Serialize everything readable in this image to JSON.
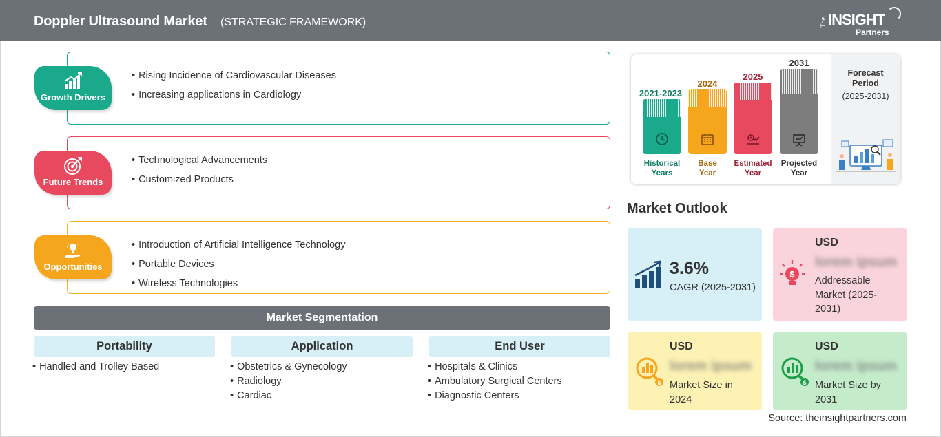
{
  "header": {
    "title": "Doppler Ultrasound Market",
    "subtitle": "(STRATEGIC FRAMEWORK)",
    "logo_the": "The",
    "logo_main": "INSIGHT",
    "logo_sub": "Partners"
  },
  "strategy": [
    {
      "label": "Growth Drivers",
      "color": "#1aa98a",
      "items": [
        "Rising Incidence of Cardiovascular Diseases",
        "Increasing applications in Cardiology"
      ]
    },
    {
      "label": "Future Trends",
      "color": "#e8495e",
      "items": [
        "Technological Advancements",
        "Customized Products"
      ]
    },
    {
      "label": "Opportunities",
      "color": "#f6a61c",
      "items": [
        "Introduction of Artificial Intelligence Technology",
        "Portable Devices",
        "Wireless Technologies"
      ]
    }
  ],
  "segmentation": {
    "title": "Market Segmentation",
    "columns": [
      {
        "header": "Portability",
        "items": [
          "Handled and Trolley Based"
        ]
      },
      {
        "header": "Application",
        "items": [
          "Obstetrics & Gynecology",
          "Radiology",
          "Cardiac"
        ]
      },
      {
        "header": "End User",
        "items": [
          "Hospitals & Clinics",
          "Ambulatory Surgical Centers",
          "Diagnostic Centers"
        ]
      }
    ]
  },
  "timeline": {
    "bars": [
      {
        "year": "2021-2023",
        "label_1": "Historical",
        "label_2": "Years",
        "color": "#1aa98a",
        "text_color": "#0f7d66"
      },
      {
        "year": "2024",
        "label_1": "Base",
        "label_2": "Year",
        "color": "#f6a61c",
        "text_color": "#a8670a"
      },
      {
        "year": "2025",
        "label_1": "Estimated",
        "label_2": "Year",
        "color": "#e8495e",
        "text_color": "#a32236"
      },
      {
        "year": "2031",
        "label_1": "Projected",
        "label_2": "Year",
        "color": "#7d7d7d",
        "text_color": "#333333"
      }
    ],
    "forecast_line1": "Forecast",
    "forecast_line2": "Period",
    "forecast_range": "(2025-2031)"
  },
  "outlook": {
    "title": "Market Outlook",
    "cagr_value": "3.6%",
    "cagr_label": "CAGR (2025-2031)",
    "addressable_usd": "USD",
    "addressable_value": "lorem ipsum",
    "addressable_label_1": "Addressable",
    "addressable_label_2": "Market (2025-",
    "addressable_label_3": "2031)",
    "size2024_usd": "USD",
    "size2024_value": "lorem ipsum",
    "size2024_label_1": "Market Size in",
    "size2024_label_2": "2024",
    "size2031_usd": "USD",
    "size2031_value": "lorem ipsum",
    "size2031_label_1": "Market Size by",
    "size2031_label_2": "2031"
  },
  "source": "Source: theinsightpartners.com"
}
